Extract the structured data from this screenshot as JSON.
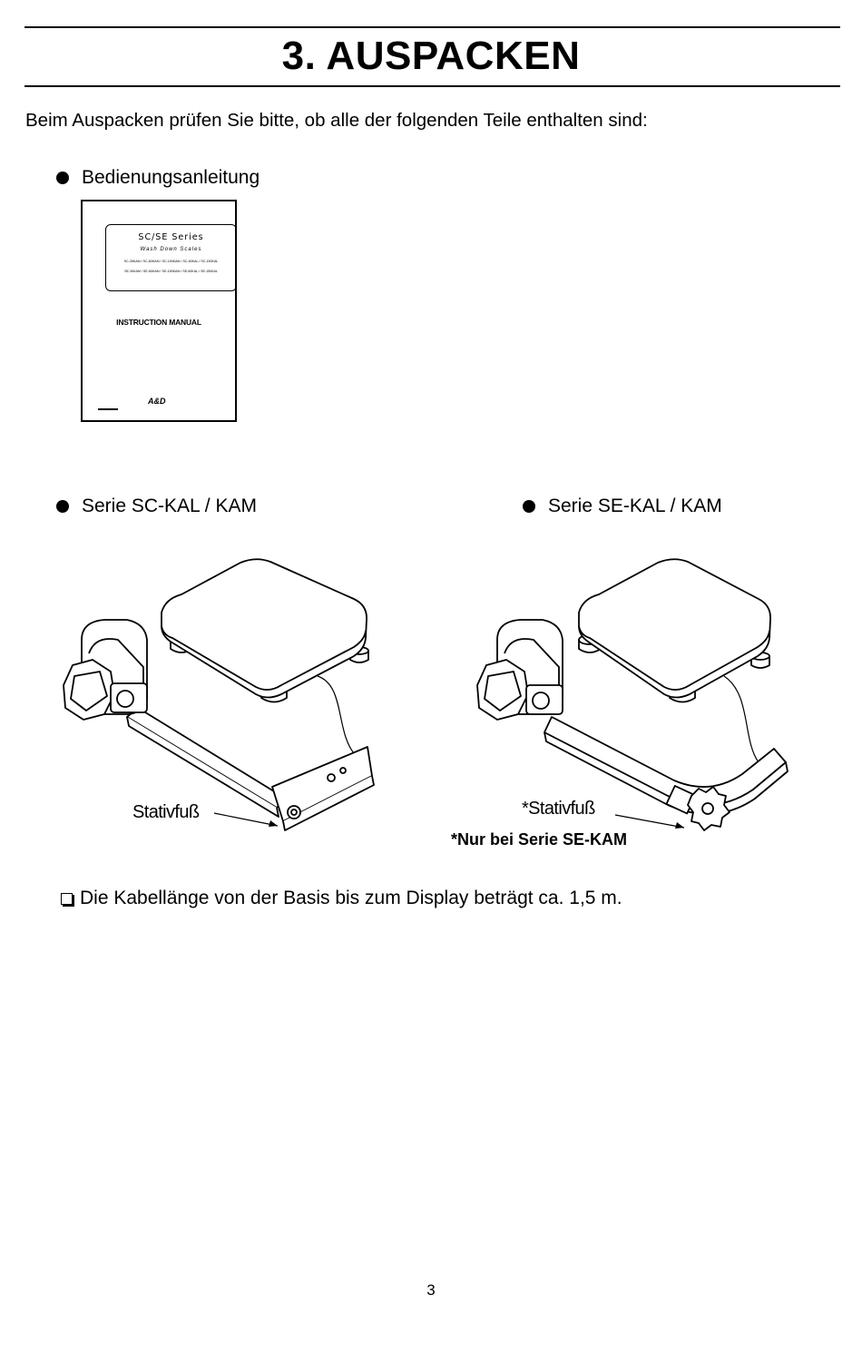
{
  "header": {
    "title": "3. AUSPACKEN"
  },
  "intro": "Beim Auspacken prüfen Sie bitte, ob alle der folgenden Teile enthalten sind:",
  "items": [
    {
      "label": "Bedienungsanleitung"
    },
    {
      "label": "Serie SC-KAL / KAM"
    },
    {
      "label": "Serie SE-KAL / KAM"
    }
  ],
  "manual": {
    "series": "SC/SE Series",
    "subtitle": "Wash Down Scales",
    "models_line1": "SC-30KAM / SC-60KAM / SC-150KAM / SC-60KAL / SC-150KAL",
    "models_line2": "SE-30KAM / SE-60KAM / SE-150KAM / SE-60KAL / SE-150KAL",
    "instruction": "INSTRUCTION MANUAL",
    "logo": "A&D"
  },
  "labels": {
    "stativ_sc": "Stativfuß",
    "stativ_se": "*Stativfuß",
    "note": "*Nur bei Serie SE-KAM"
  },
  "cable_note": "Die Kabellänge von der Basis bis zum Display beträgt ca. 1,5 m.",
  "page_number": "3"
}
